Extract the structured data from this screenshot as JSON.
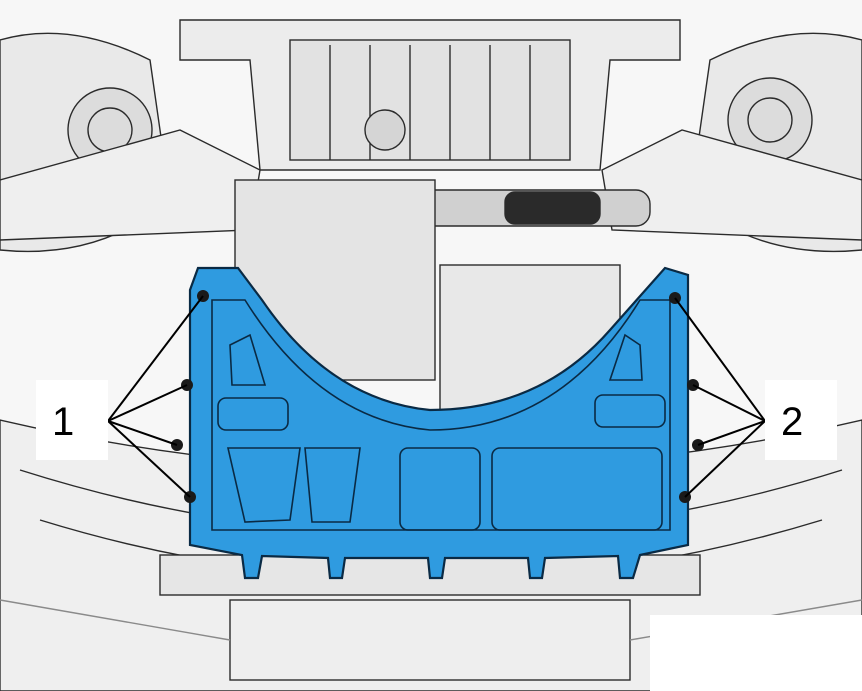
{
  "colors": {
    "background": "#ffffff",
    "line_art": "#2b2b2b",
    "line_art_light": "#8a8a8a",
    "part_fill": "#2f9be0",
    "part_outline": "#0a2a44",
    "label_box": "#ffffff"
  },
  "callouts": [
    {
      "id": "1",
      "label": "1",
      "side": "left",
      "fastener_count": 4
    },
    {
      "id": "2",
      "label": "2",
      "side": "right",
      "fastener_count": 4
    }
  ],
  "highlighted_part": {
    "icon": "underbody-guard-panel"
  }
}
